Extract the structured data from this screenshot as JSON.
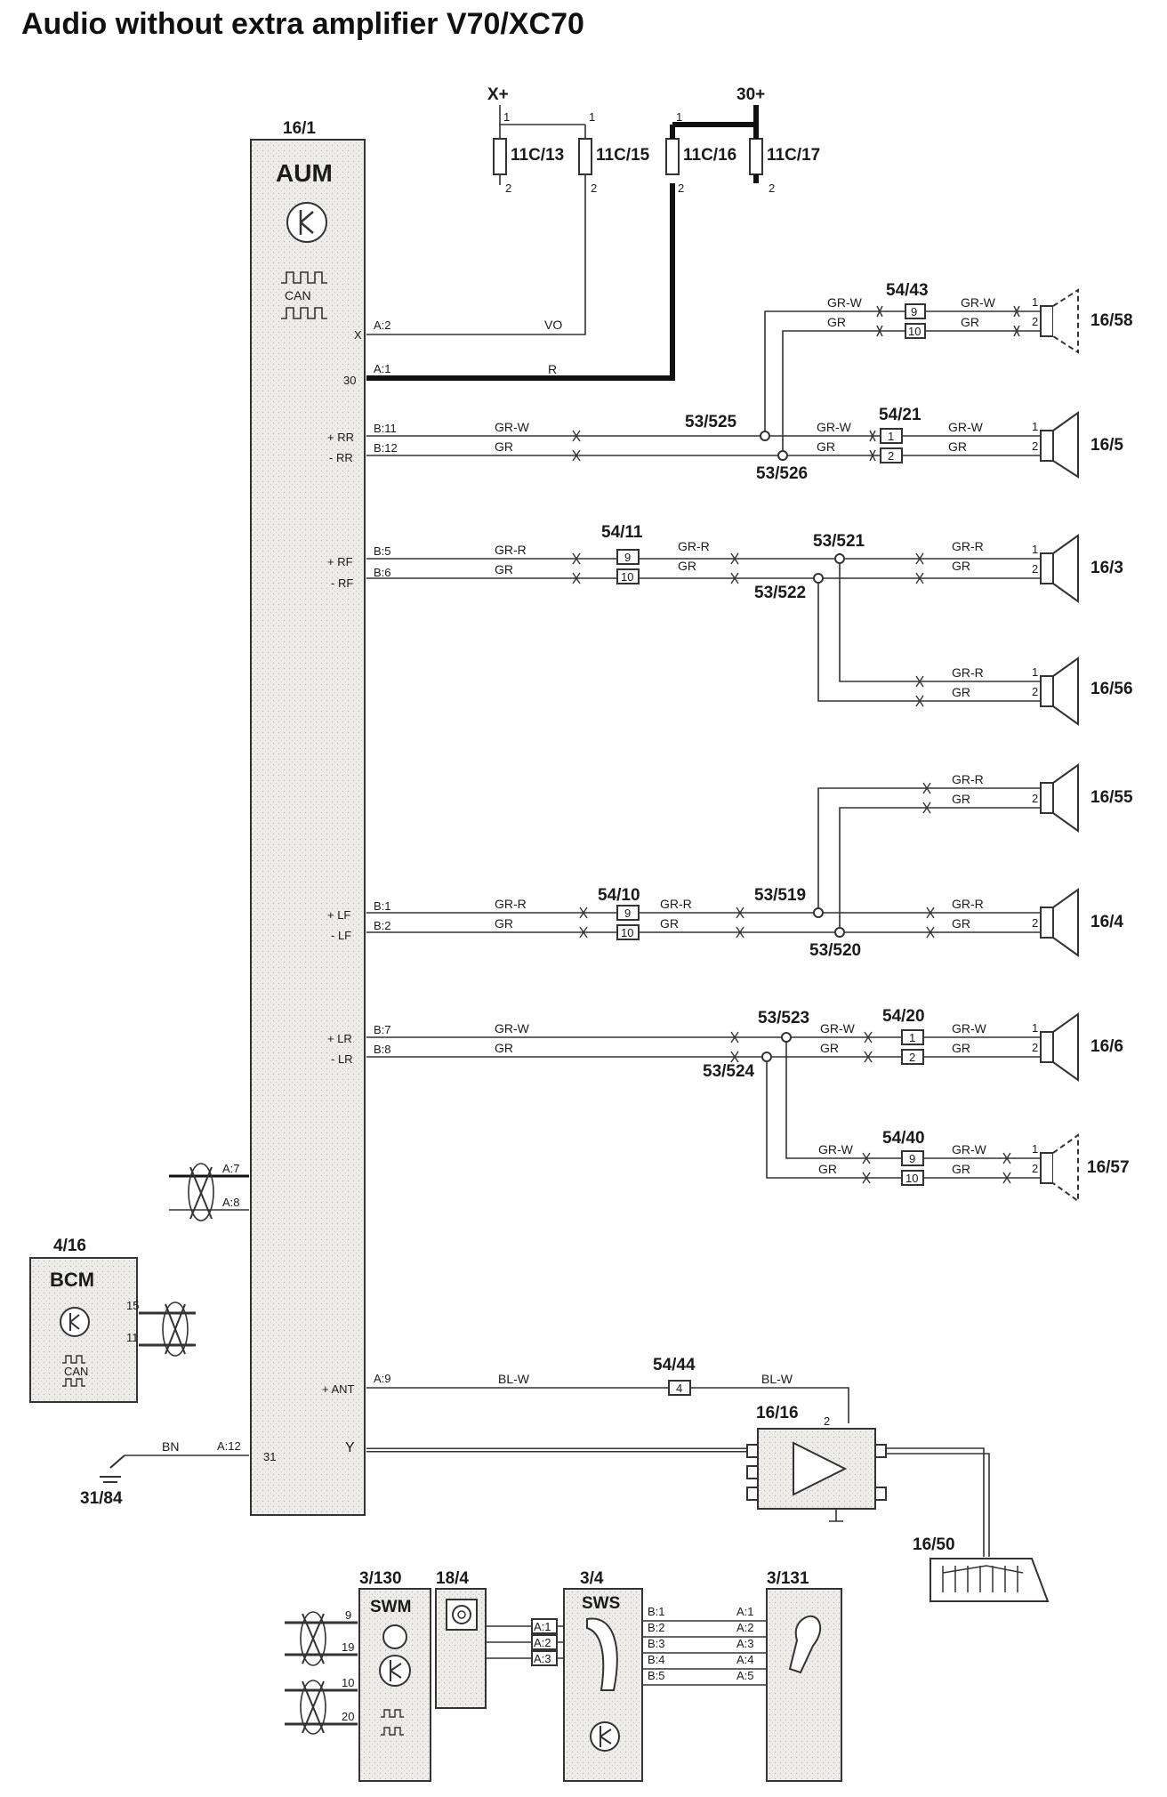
{
  "title": "Audio without extra amplifier V70/XC70",
  "fuses": {
    "supply_xplus": "X+",
    "supply_30plus": "30+",
    "f1": "11C/13",
    "f2": "11C/15",
    "f3": "11C/16",
    "f4": "11C/17",
    "pin1": "1",
    "pin2": "2"
  },
  "aum": {
    "id": "16/1",
    "name": "AUM",
    "can": "CAN",
    "pins": {
      "x_name": "X",
      "x_pin": "A:2",
      "p30_name": "30",
      "p30_pin": "A:1",
      "prr_name": "+ RR",
      "prr_pin": "B:11",
      "nrr_name": "- RR",
      "nrr_pin": "B:12",
      "prf_name": "+ RF",
      "prf_pin": "B:5",
      "nrf_name": "- RF",
      "nrf_pin": "B:6",
      "plf_name": "+ LF",
      "plf_pin": "B:1",
      "nlf_name": "- LF",
      "nlf_pin": "B:2",
      "plr_name": "+ LR",
      "plr_pin": "B:7",
      "nlr_name": "- LR",
      "nlr_pin": "B:8",
      "a7": "A:7",
      "a8": "A:8",
      "ant_name": "+ ANT",
      "ant_pin": "A:9",
      "gnd_name": "31",
      "gnd_pin": "A:12"
    }
  },
  "wires": {
    "vo": "VO",
    "r": "R",
    "grw": "GR-W",
    "gr": "GR",
    "grr": "GR-R",
    "blw": "BL-W",
    "bn": "BN"
  },
  "connectors": {
    "c5443": "54/43",
    "c5421": "54/21",
    "c5411": "54/11",
    "c5410": "54/10",
    "c5420": "54/20",
    "c5440": "54/40",
    "c5444": "54/44",
    "p9": "9",
    "p10": "10",
    "p1": "1",
    "p2": "2",
    "p4": "4"
  },
  "splices": {
    "s525": "53/525",
    "s526": "53/526",
    "s521": "53/521",
    "s522": "53/522",
    "s519": "53/519",
    "s520": "53/520",
    "s523": "53/523",
    "s524": "53/524"
  },
  "speakers": {
    "sp58": "16/58",
    "sp5": "16/5",
    "sp3": "16/3",
    "sp56": "16/56",
    "sp55": "16/55",
    "sp4": "16/4",
    "sp6": "16/6",
    "sp57": "16/57"
  },
  "bcm": {
    "id": "4/16",
    "name": "BCM",
    "can": "CAN",
    "pin15": "15",
    "pin11": "11"
  },
  "ground": {
    "id": "31/84"
  },
  "antenna": {
    "amp_id": "16/16",
    "amp_pin": "2",
    "ant_id": "16/50"
  },
  "steering": {
    "swm_id": "3/130",
    "swm_name": "SWM",
    "clock_id": "18/4",
    "sws_id": "3/4",
    "sws_name": "SWS",
    "sw_id": "3/131",
    "swm_pins": [
      "9",
      "19",
      "10",
      "20"
    ],
    "a_pins": [
      "A:1",
      "A:2",
      "A:3"
    ],
    "b_pins": [
      "B:1",
      "B:2",
      "B:3",
      "B:4",
      "B:5"
    ],
    "r_pins": [
      "A:1",
      "A:2",
      "A:3",
      "A:4",
      "A:5"
    ]
  }
}
